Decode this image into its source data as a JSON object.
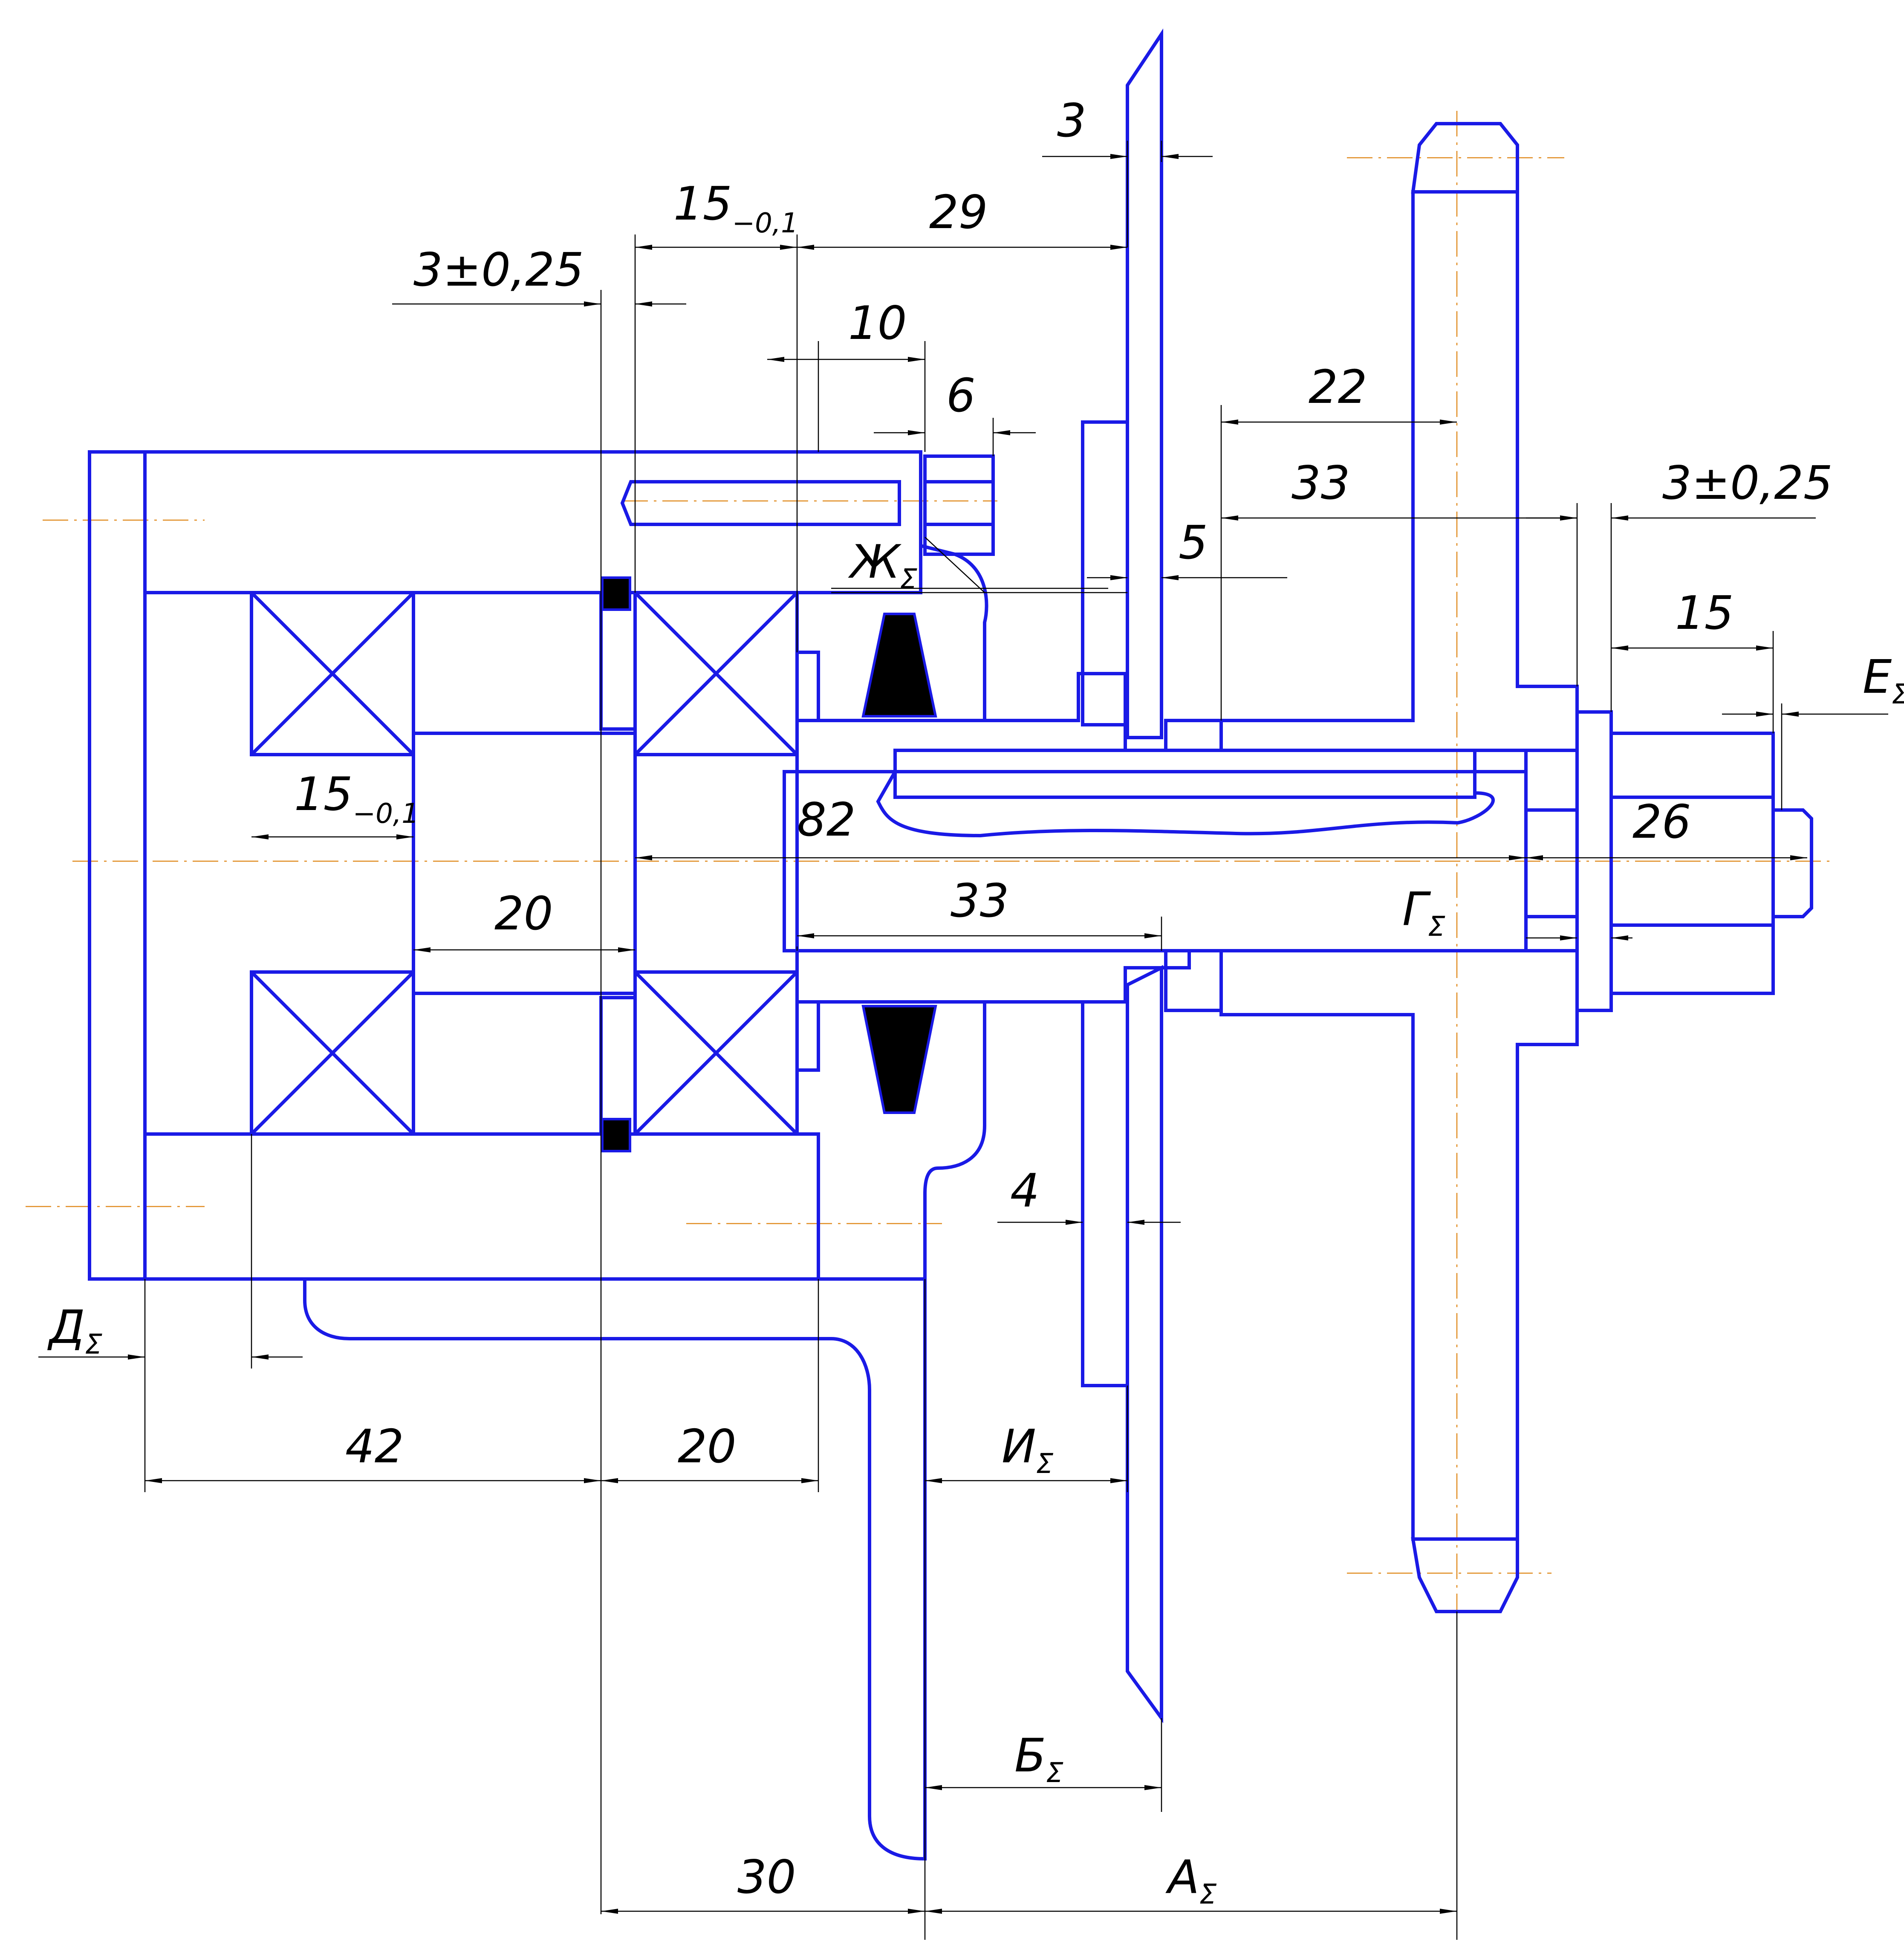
{
  "colors": {
    "outline": "#1a1ae6",
    "dimension": "#000000",
    "axis": "#e08a1e",
    "background": "#ffffff"
  },
  "dimensions": {
    "d_3_a": "3",
    "d_15_top_main": "15",
    "d_15_top_sub": "−0,1",
    "d_29": "29",
    "d_3pm_left": "3±0,25",
    "d_10": "10",
    "d_6": "6",
    "d_22": "22",
    "d_33_top": "33",
    "d_3pm_right": "3±0,25",
    "d_zh_main": "Ж",
    "d_zh_sub": "Σ",
    "d_5": "5",
    "d_15_right": "15",
    "d_e_main": "Е",
    "d_e_sub": "Σ",
    "d_15_mid_main": "15",
    "d_15_mid_sub": "−0,1",
    "d_82": "82",
    "d_26": "26",
    "d_20_mid": "20",
    "d_33_mid": "33",
    "d_g_main": "Г",
    "d_g_sub": "Σ",
    "d_4": "4",
    "d_d_main": "Д",
    "d_d_sub": "Σ",
    "d_42": "42",
    "d_20_low": "20",
    "d_i_main": "И",
    "d_i_sub": "Σ",
    "d_b_main": "Б",
    "d_b_sub": "Σ",
    "d_30": "30",
    "d_a_main": "А",
    "d_a_sub": "Σ"
  }
}
